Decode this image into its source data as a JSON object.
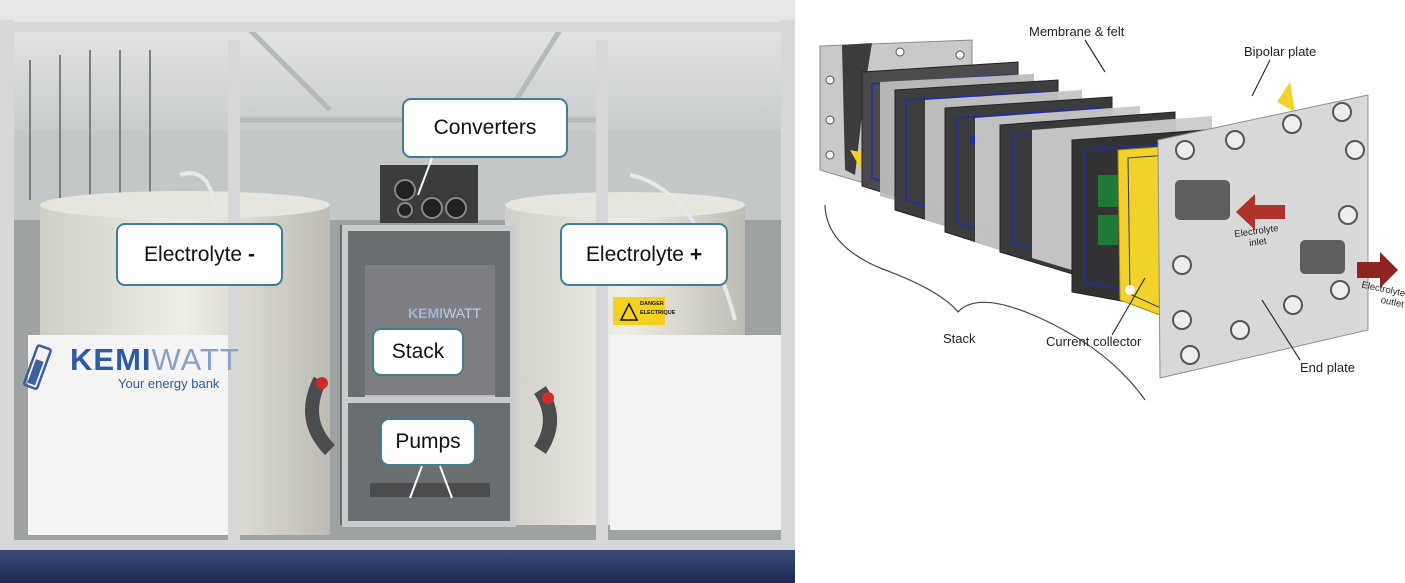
{
  "photo": {
    "callouts": {
      "converters": "Converters",
      "electrolyte_neg": "Electrolyte",
      "electrolyte_neg_sign": "-",
      "electrolyte_pos": "Electrolyte",
      "electrolyte_pos_sign": "+",
      "stack": "Stack",
      "pumps": "Pumps"
    },
    "logo": {
      "brand_bold": "KEMI",
      "brand_light": "WATT",
      "tagline": "Your energy bank"
    },
    "stack_logo": {
      "brand_bold": "KEMI",
      "brand_light": "WATT"
    },
    "danger_sign": {
      "line1": "DANGER",
      "line2": "ELECTRIQUE"
    }
  },
  "diagram": {
    "labels": {
      "membrane_felt": "Membrane & felt",
      "bipolar_plate": "Bipolar plate",
      "stack": "Stack",
      "current_collector": "Current collector",
      "end_plate": "End plate",
      "electrolyte_inlet_line1": "Electrolyte",
      "electrolyte_inlet_line2": "inlet",
      "electrolyte_outlet_line1": "Electrolyte",
      "electrolyte_outlet_line2": "outlet"
    },
    "colors": {
      "arrow": "#b0302a",
      "collector": "#f1d12a",
      "channels": "#1c2fa8"
    }
  }
}
